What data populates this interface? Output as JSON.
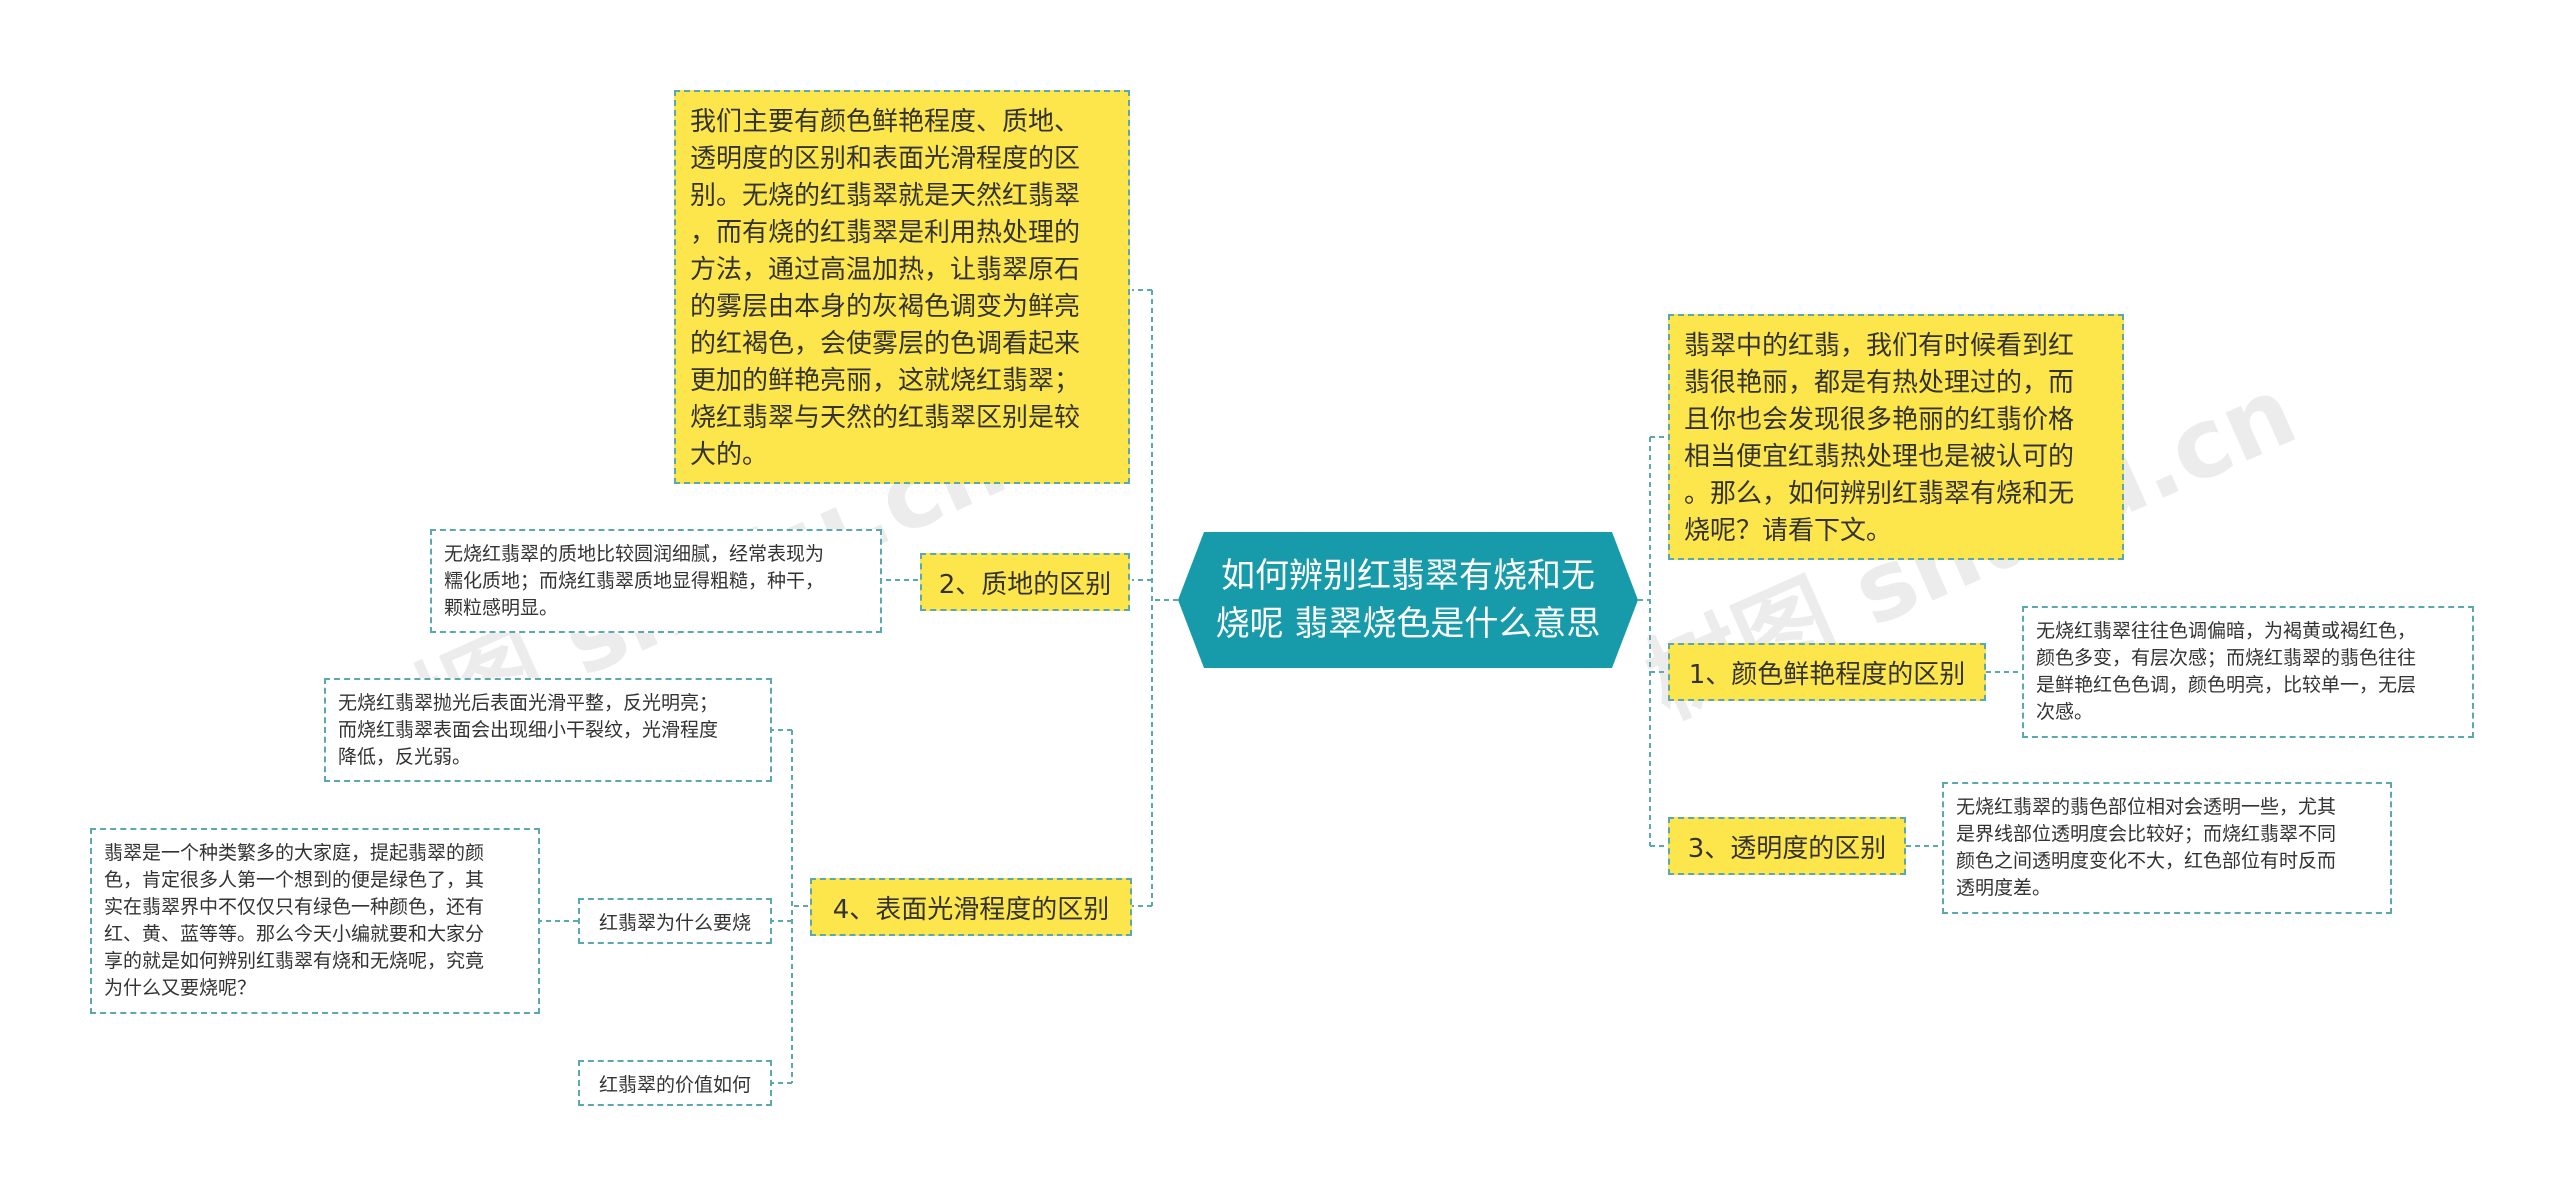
{
  "center": {
    "title": "如何辨别红翡翠有烧和无\n烧呢  翡翠烧色是什么意思"
  },
  "watermarks": [
    "树图 shutu.cn",
    "树图 shutu.cn"
  ],
  "left": {
    "intro": "我们主要有颜色鲜艳程度、质地、\n透明度的区别和表面光滑程度的区\n别。无烧的红翡翠就是天然红翡翠\n，而有烧的红翡翠是利用热处理的\n方法，通过高温加热，让翡翠原石\n的雾层由本身的灰褐色调变为鲜亮\n的红褐色，会使雾层的色调看起来\n更加的鲜艳亮丽，这就烧红翡翠；\n烧红翡翠与天然的红翡翠区别是较\n大的。",
    "texture": {
      "label": "2、质地的区别",
      "detail": "无烧红翡翠的质地比较圆润细腻，经常表现为\n糯化质地；而烧红翡翠质地显得粗糙，种干，\n颗粒感明显。"
    },
    "smooth": {
      "label": "4、表面光滑程度的区别",
      "detail": "无烧红翡翠抛光后表面光滑平整，反光明亮；\n而烧红翡翠表面会出现细小干裂纹，光滑程度\n降低，反光弱。",
      "why": {
        "label": "红翡翠为什么要烧",
        "detail": "翡翠是一个种类繁多的大家庭，提起翡翠的颜\n色，肯定很多人第一个想到的便是绿色了，其\n实在翡翠界中不仅仅只有绿色一种颜色，还有\n红、黄、蓝等等。那么今天小编就要和大家分\n享的就是如何辨别红翡翠有烧和无烧呢，究竟\n为什么又要烧呢？"
      },
      "value": {
        "label": "红翡翠的价值如何"
      }
    }
  },
  "right": {
    "intro": "翡翠中的红翡，我们有时候看到红\n翡很艳丽，都是有热处理过的，而\n且你也会发现很多艳丽的红翡价格\n相当便宜红翡热处理也是被认可的\n。那么，如何辨别红翡翠有烧和无\n烧呢？请看下文。",
    "color": {
      "label": "1、颜色鲜艳程度的区别",
      "detail": "无烧红翡翠往往色调偏暗，为褐黄或褐红色，\n颜色多变，有层次感；而烧红翡翠的翡色往往\n是鲜艳红色色调，颜色明亮，比较单一，无层\n次感。"
    },
    "clarity": {
      "label": "3、透明度的区别",
      "detail": "无烧红翡翠的翡色部位相对会透明一些，尤其\n是界线部位透明度会比较好；而烧红翡翠不同\n颜色之间透明度变化不大，红色部位有时反而\n透明度差。"
    }
  },
  "colors": {
    "center_fill": "#179aaa",
    "node_fill": "#fde64b",
    "connector": "#5aa9b0",
    "text": "#333333"
  }
}
